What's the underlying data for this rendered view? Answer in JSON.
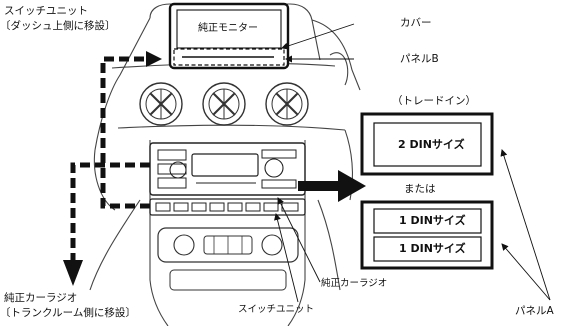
{
  "labels": {
    "switch_unit_title": "スイッチユニット",
    "switch_unit_note": "〔ダッシュ上側に移設〕",
    "factory_monitor": "純正モニター",
    "cover": "カバー",
    "panel_b": "パネルB",
    "trade_in": "（トレードイン）",
    "din2_size": "2 DINサイズ",
    "or": "または",
    "din1_size_upper": "1 DINサイズ",
    "din1_size_lower": "1 DINサイズ",
    "factory_radio_center": "純正カーラジオ",
    "switch_unit_bottom": "スイッチユニット",
    "factory_radio_title": "純正カーラジオ",
    "factory_radio_note": "〔トランクルーム側に移設〕",
    "panel_a": "パネルA"
  }
}
